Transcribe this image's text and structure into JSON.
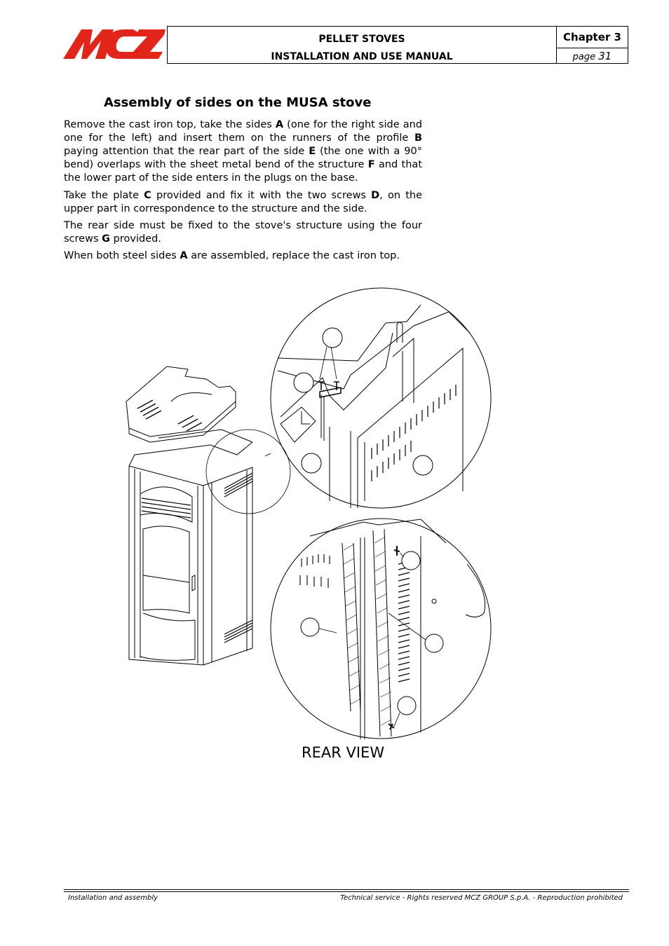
{
  "brand": "MCZ",
  "header": {
    "line1": "PELLET STOVES",
    "line2": "INSTALLATION AND USE MANUAL",
    "chapter": "Chapter 3",
    "page_word": "page",
    "page_number": "31"
  },
  "section": {
    "title": "Assembly of sides on the MUSA stove",
    "p1": [
      {
        "t": "Remove the cast iron top, take the sides "
      },
      {
        "b": "A"
      },
      {
        "t": " (one for the right side and one for the left) and insert them on the runners of the profile "
      },
      {
        "b": "B"
      },
      {
        "t": " paying attention that the rear part of the side "
      },
      {
        "b": "E"
      },
      {
        "t": " (the one with a 90° bend) overlaps with the sheet metal bend of the structure "
      },
      {
        "b": "F"
      },
      {
        "t": " and that the lower part of the side enters in the plugs on the base."
      }
    ],
    "p2": [
      {
        "t": "Take the plate "
      },
      {
        "b": "C"
      },
      {
        "t": " provided and fix it with the two screws "
      },
      {
        "b": "D"
      },
      {
        "t": ", on the upper part in correspondence to the structure and the side."
      }
    ],
    "p3": [
      {
        "t": "The rear side must be fixed to the stove's structure using the four screws "
      },
      {
        "b": "G"
      },
      {
        "t": " provided."
      }
    ],
    "p4": [
      {
        "t": "When both steel sides "
      },
      {
        "b": "A"
      },
      {
        "t": " are assembled, replace the cast iron top."
      }
    ]
  },
  "figure": {
    "caption": "REAR VIEW",
    "colors": {
      "line": "#000000",
      "logo_red": "#e1251b"
    }
  },
  "footer": {
    "left": "Installation and assembly",
    "right": "Technical service - Rights reserved MCZ GROUP S.p.A. - Reproduction prohibited"
  }
}
